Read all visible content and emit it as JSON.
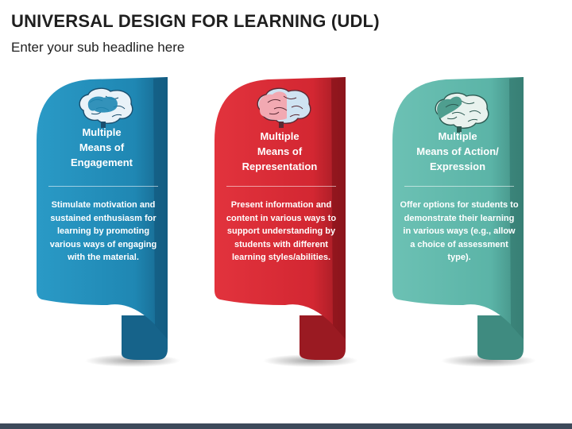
{
  "title": "UNIVERSAL DESIGN FOR LEARNING (UDL)",
  "subtitle": "Enter your sub headline here",
  "cards": [
    {
      "heading_lines": [
        "Multiple",
        "Means of",
        "Engagement"
      ],
      "description": "Stimulate motivation and sustained enthusiasm for learning by promoting various ways of engaging with the material.",
      "color": "#1f87b3",
      "color_dark": "#16638a",
      "brain_icon": "brain-icon"
    },
    {
      "heading_lines": [
        "Multiple",
        "Means of",
        "Representation"
      ],
      "description": "Present information and content in various ways to support understanding by students with different learning styles/abilities.",
      "color": "#d32732",
      "color_dark": "#9a1a22",
      "brain_icon": "brain-icon"
    },
    {
      "heading_lines": [
        "Multiple",
        "Means of Action/",
        "Expression"
      ],
      "description": "Offer options for students to demonstrate their learning in various ways (e.g., allow a choice of assessment type).",
      "color": "#5bb4a7",
      "color_dark": "#3f8b80",
      "brain_icon": "brain-icon"
    }
  ]
}
